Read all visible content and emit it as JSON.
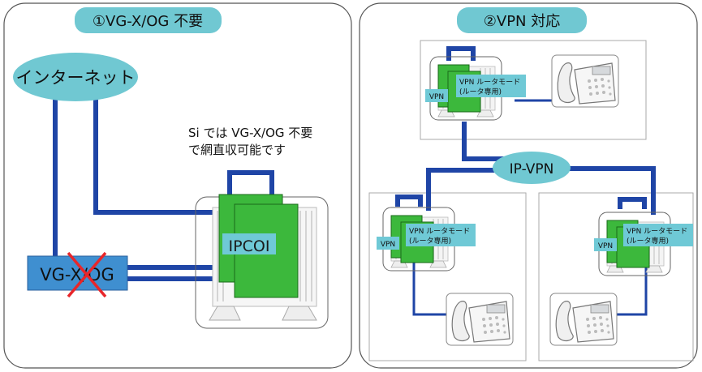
{
  "left_panel": {
    "title": "①VG-X/OG 不要",
    "internet": "インターネット",
    "note_line1": "Si では VG-X/OG 不要",
    "note_line2": "で網直収可能です",
    "vg_label": "VG-X/OG",
    "ipcoi_label": "IPCOI"
  },
  "right_panel": {
    "title": "②VPN 対応",
    "ipvpn": "IP-VPN",
    "vpn_tag": "VPN",
    "router_line1": "VPN ルータモード",
    "router_line2": "(ルータ専用)"
  },
  "colors": {
    "title_bg": "#70c8d2",
    "line_blue": "#1f45a6",
    "box_green": "#3cb83c",
    "vg_blue": "#3f8fd0",
    "cross_red": "#e8262a",
    "panel_border": "#555555"
  }
}
